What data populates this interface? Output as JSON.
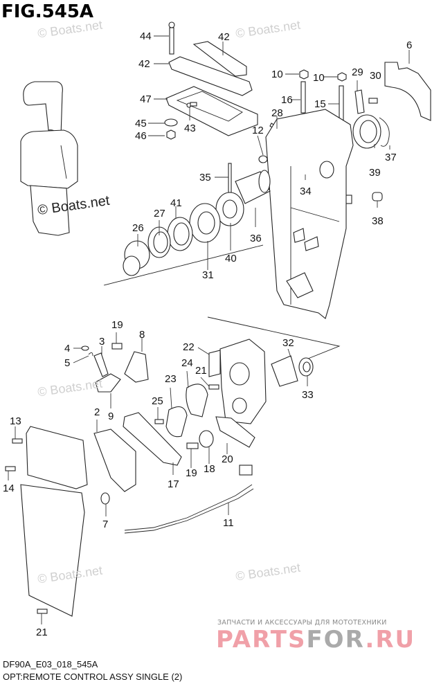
{
  "figure": {
    "title": "FIG.545A",
    "drawing_code": "DF90A_E03_018_545A",
    "caption": "OPT:REMOTE CONTROL ASSY SINGLE (2)"
  },
  "watermarks": {
    "boats": "© Boats.net"
  },
  "promo": {
    "tagline": "ЗАПЧАСТИ И АКСЕССУАРЫ ДЛЯ МОТОТЕХНИКИ",
    "logo_part1": "PARTS",
    "logo_part2": "FOR",
    "logo_part3": ".RU",
    "colors": {
      "pink": "#f0a0a8",
      "gray": "#aaaaaa"
    }
  },
  "callouts": {
    "c44": "44",
    "c42a": "42",
    "c42b": "42",
    "c47": "47",
    "c45": "45",
    "c46": "46",
    "c43": "43",
    "c10a": "10",
    "c10b": "10",
    "c16": "16",
    "c15": "15",
    "c29": "29",
    "c30": "30",
    "c6": "6",
    "c28": "28",
    "c12": "12",
    "c37": "37",
    "c39": "39",
    "c35": "35",
    "c34": "34",
    "c38": "38",
    "c27": "27",
    "c41": "41",
    "c26": "26",
    "c36": "36",
    "c40": "40",
    "c31": "31",
    "c19a": "19",
    "c8": "8",
    "c4": "4",
    "c3": "3",
    "c5": "5",
    "c9": "9",
    "c22": "22",
    "c21a": "21",
    "c24": "24",
    "c23": "23",
    "c32": "32",
    "c33": "33",
    "c25": "25",
    "c2": "2",
    "c13": "13",
    "c14": "14",
    "c17": "17",
    "c19b": "19",
    "c18": "18",
    "c20": "20",
    "c7": "7",
    "c11": "11",
    "c21b": "21"
  }
}
